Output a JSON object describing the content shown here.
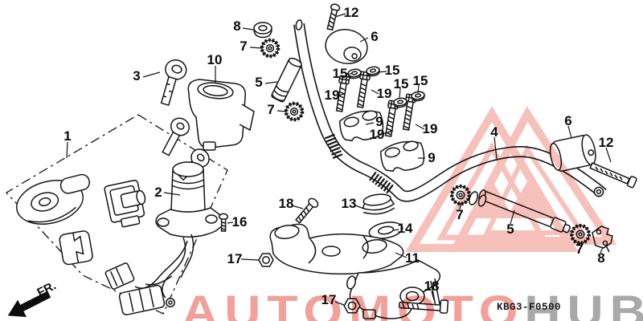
{
  "diagram": {
    "code": "KBG3-F0500",
    "fr_label": "FR.",
    "watermark": {
      "brand_primary": "AUTOMOTO",
      "brand_secondary": "HUB",
      "accent_color": "#ef8379",
      "secondary_color": "#9b9b9b"
    },
    "labels": [
      {
        "text": "12"
      },
      {
        "text": "8"
      },
      {
        "text": "7"
      },
      {
        "text": "6"
      },
      {
        "text": "3"
      },
      {
        "text": "10"
      },
      {
        "text": "5"
      },
      {
        "text": "7"
      },
      {
        "text": "15"
      },
      {
        "text": "15"
      },
      {
        "text": "15"
      },
      {
        "text": "15"
      },
      {
        "text": "19"
      },
      {
        "text": "19"
      },
      {
        "text": "19"
      },
      {
        "text": "19"
      },
      {
        "text": "9"
      },
      {
        "text": "9"
      },
      {
        "text": "4"
      },
      {
        "text": "6"
      },
      {
        "text": "12"
      },
      {
        "text": "1"
      },
      {
        "text": "2"
      },
      {
        "text": "16"
      },
      {
        "text": "18"
      },
      {
        "text": "13"
      },
      {
        "text": "14"
      },
      {
        "text": "11"
      },
      {
        "text": "17"
      },
      {
        "text": "17"
      },
      {
        "text": "18"
      },
      {
        "text": "5"
      },
      {
        "text": "7"
      },
      {
        "text": "7"
      },
      {
        "text": "8"
      }
    ]
  }
}
